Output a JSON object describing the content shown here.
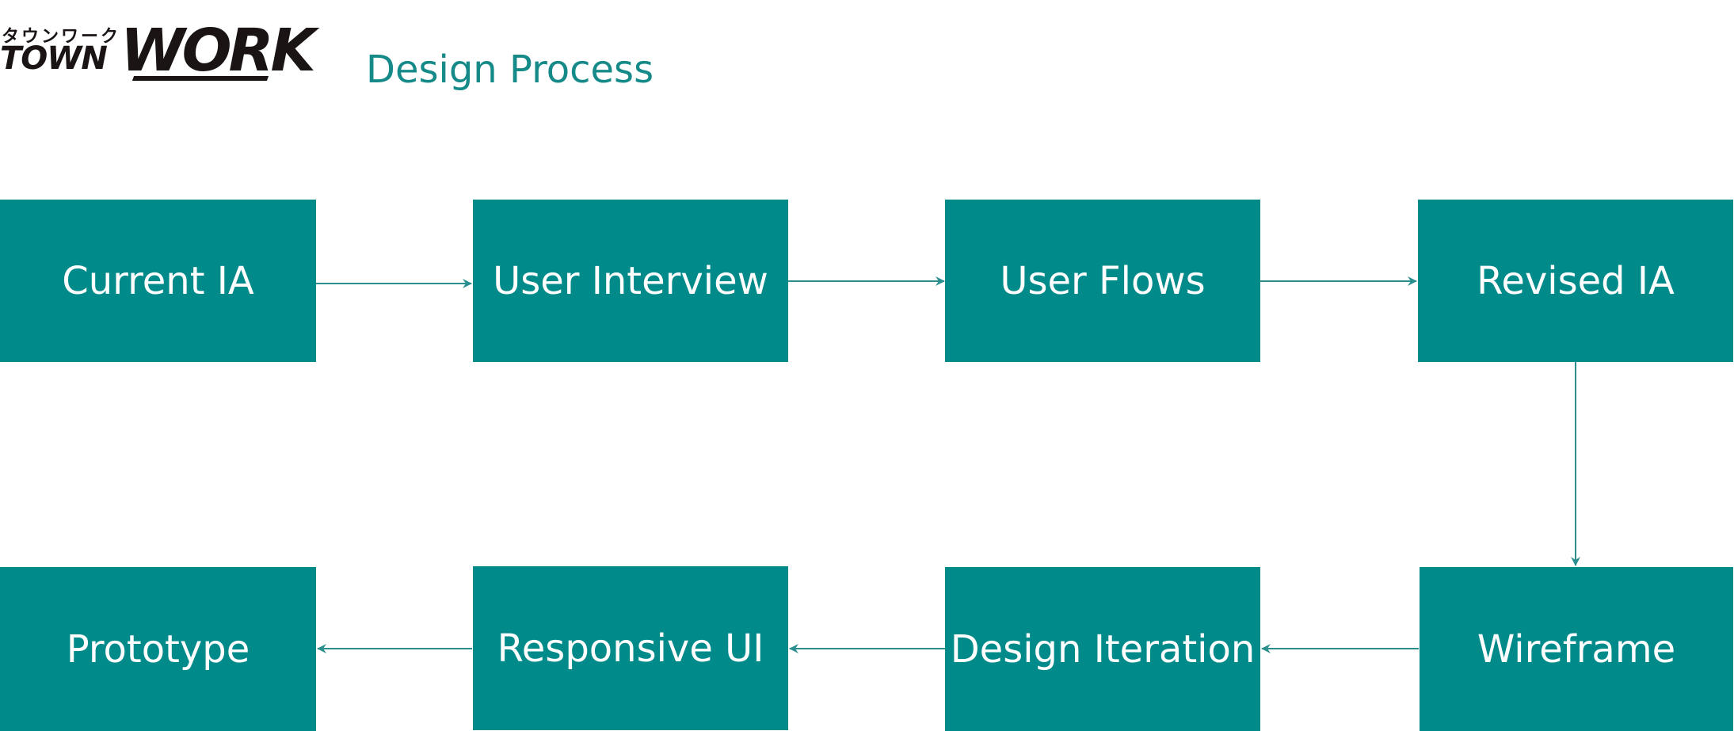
{
  "header": {
    "logo_kana": "タウンワーク",
    "logo_town": "TOWN",
    "logo_work": "WORK",
    "title": "Design Process"
  },
  "colors": {
    "node_fill": "#008a89",
    "node_text": "#ffffff",
    "arrow": "#2a8f8e",
    "title": "#158a88",
    "logo": "#1a1414"
  },
  "process": {
    "steps": [
      {
        "label": "Current IA"
      },
      {
        "label": "User Interview"
      },
      {
        "label": "User Flows"
      },
      {
        "label": "Revised IA"
      },
      {
        "label": "Wireframe"
      },
      {
        "label": "Design Iteration"
      },
      {
        "label": "Responsive UI"
      },
      {
        "label": "Prototype"
      }
    ]
  }
}
